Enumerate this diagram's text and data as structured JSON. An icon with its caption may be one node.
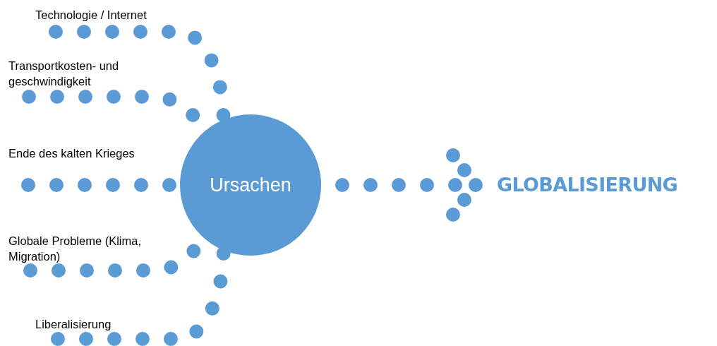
{
  "diagram": {
    "nodes": [
      {
        "text": [
          "Ursachen"
        ]
      },
      {
        "text": [
          "Technologie / Internet"
        ]
      },
      {
        "text": [
          "Transportkosten- und geschwindigkeit"
        ]
      },
      {
        "text": [
          "Ende des kalten Krieges"
        ]
      },
      {
        "text": [
          "Globale Probleme (Klima, Migration)"
        ]
      },
      {
        "text": [
          "Liberalisierung"
        ]
      },
      {
        "text": [
          "GLOBALISIERUNG"
        ]
      }
    ],
    "edges": [
      {
        "from": 1,
        "to": 0,
        "arrow": "none"
      },
      {
        "from": 2,
        "to": 0,
        "arrow": "none"
      },
      {
        "from": 3,
        "to": 0,
        "arrow": "none"
      },
      {
        "from": 4,
        "to": 0,
        "arrow": "none"
      },
      {
        "from": 5,
        "to": 0,
        "arrow": "none"
      },
      {
        "from": 0,
        "to": 6,
        "arrow": "to"
      }
    ]
  }
}
